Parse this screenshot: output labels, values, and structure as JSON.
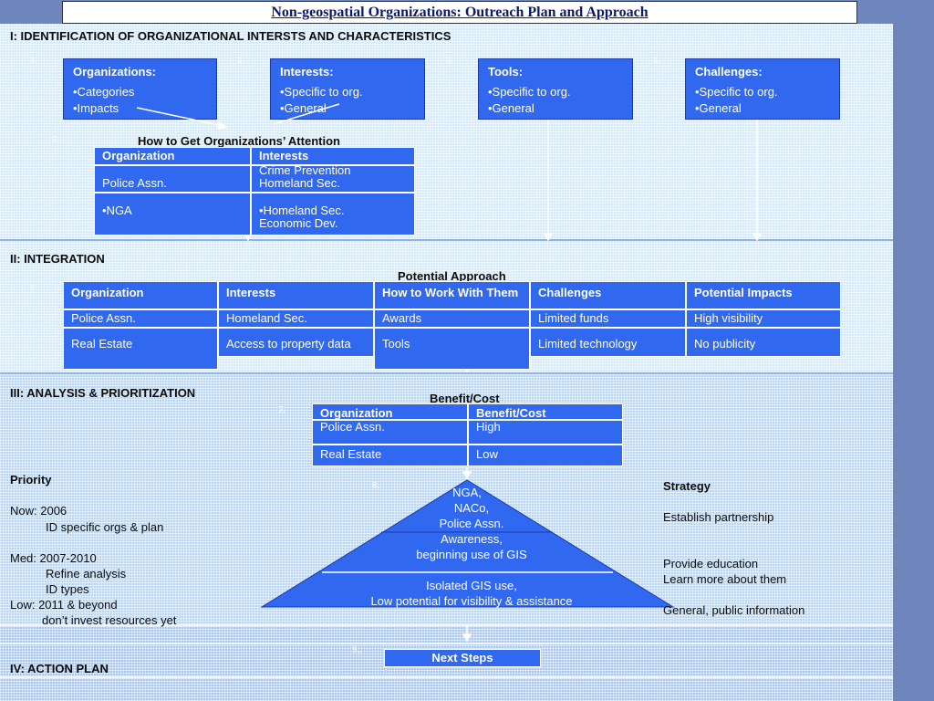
{
  "title": "Non-geospatial Organizations:  Outreach Plan and Approach",
  "sections": {
    "s1": "I:  IDENTIFICATION OF  ORGANIZATIONAL INTERSTS AND CHARACTERISTICS",
    "s2": "II:  INTEGRATION",
    "s3": "III:  ANALYSIS & PRIORITIZATION",
    "s4": "IV:  ACTION PLAN"
  },
  "step_numbers": [
    "1.",
    "2.",
    "3.",
    "4.",
    "5.",
    "6.",
    "7.",
    "8.",
    "9.."
  ],
  "top_boxes": [
    {
      "title": "Organizations:",
      "items": [
        "•Categories",
        "•Impacts"
      ]
    },
    {
      "title": "Interests:",
      "items": [
        "•Specific to org.",
        "•General"
      ]
    },
    {
      "title": "Tools:",
      "items": [
        "•Specific to org.",
        "•General"
      ]
    },
    {
      "title": "Challenges:",
      "items": [
        "•Specific to org.",
        "•General"
      ]
    }
  ],
  "attention": {
    "caption": "How to Get Organizations’ Attention",
    "headers": [
      "Organization",
      "Interests"
    ],
    "rows": [
      [
        "Police Assn.",
        "Crime Prevention",
        "Homeland Sec."
      ],
      [
        "•NGA",
        "•Homeland Sec.",
        "Economic Dev."
      ]
    ]
  },
  "approach": {
    "caption": "Potential Approach",
    "headers": [
      "Organization",
      "Interests",
      "How to Work With Them",
      "Challenges",
      "Potential Impacts"
    ],
    "rows": [
      [
        "Police Assn.",
        "Homeland Sec.",
        "Awards",
        "Limited funds",
        "High visibility"
      ],
      [
        "Real Estate",
        "Access to property data",
        "Tools",
        "Limited technology",
        "No publicity"
      ]
    ]
  },
  "benefit": {
    "caption": "Benefit/Cost",
    "headers": [
      "Organization",
      "Benefit/Cost"
    ],
    "rows": [
      [
        "Police Assn.",
        "High"
      ],
      [
        "Real Estate",
        "Low"
      ]
    ]
  },
  "priority": {
    "heading": "Priority",
    "lines": [
      "Now:  2006",
      "ID specific orgs & plan",
      "Med:  2007-2010",
      "Refine analysis",
      "ID types",
      "Low:  2011 & beyond",
      "don’t invest resources yet"
    ]
  },
  "pyramid": {
    "top": [
      "NGA,",
      "NACo,",
      "Police Assn."
    ],
    "middle": [
      "Awareness,",
      "beginning use of GIS"
    ],
    "bottom": [
      "Isolated GIS use,",
      "Low potential for visibility & assistance"
    ]
  },
  "strategy": {
    "heading": "Strategy",
    "items": [
      "Establish partnership",
      "Provide education",
      "Learn more about them",
      "General, public information"
    ]
  },
  "next_steps": "Next Steps",
  "colors": {
    "box_blue": "#3168f0",
    "frame": "#6e86bb",
    "title": "#0b1a6e"
  }
}
